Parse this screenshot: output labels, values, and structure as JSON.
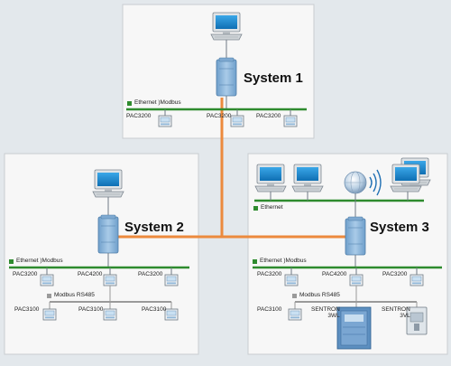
{
  "colors": {
    "background": "#e3e8ec",
    "panel": "#f7f7f7",
    "ethernet_bus": "#2e8b2e",
    "rs485_bus": "#9a9a9a",
    "backbone": "#ec8a3d",
    "device": "#8fb6d8",
    "device_edge": "#4f7ea8",
    "screen": "#1f8fd6"
  },
  "system1": {
    "name": "System 1",
    "bus_label": "Ethernet )Modbus",
    "meters": [
      "PAC3200",
      "PAC3200",
      "PAC3200"
    ]
  },
  "system2": {
    "name": "System 2",
    "bus_label": "Ethernet )Modbus",
    "meters": [
      "PAC3200",
      "PAC4200",
      "PAC3200"
    ],
    "rs485_label": "Modbus RS485",
    "rs485_meters": [
      "PAC3100",
      "PAC3100",
      "PAC3100"
    ]
  },
  "system3": {
    "name": "System 3",
    "ethernet_label": "Ethernet",
    "bus_label": "Ethernet )Modbus",
    "meters": [
      "PAC3200",
      "PAC4200",
      "PAC3200"
    ],
    "rs485_label": "Modbus RS485",
    "rs485_meter": "PAC3100",
    "breakers": [
      "SENTRON\n3WL",
      "SENTRON\n3VL"
    ]
  }
}
